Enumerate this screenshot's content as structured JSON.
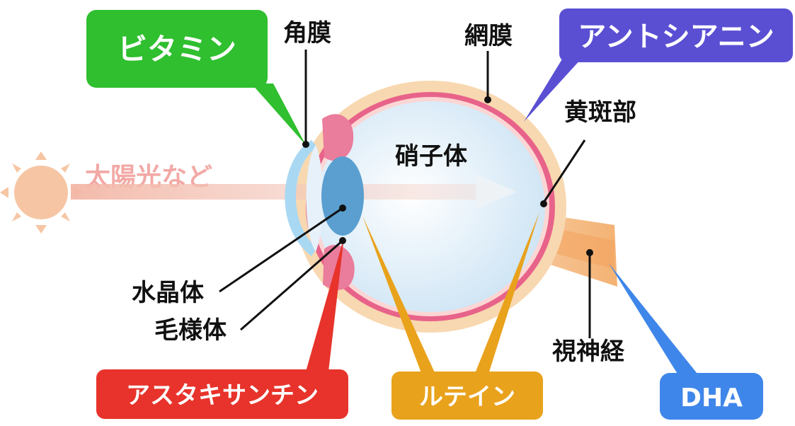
{
  "colors": {
    "vitamin": "#2fbf2f",
    "anthocyanin": "#5a4fd3",
    "astaxanthin": "#e7332b",
    "lutein": "#e9a21c",
    "dha": "#3f86ea",
    "sun": "#f6c6a4",
    "sclera_outer": "#f8d8b0",
    "retina": "#e8638a",
    "vitreous": "#d8ebf7",
    "lens": "#5a9fd0",
    "cornea": "#a9d8f3"
  },
  "icons": {
    "sun": "sun-icon",
    "light_arrow": "arrow-right-icon"
  },
  "light_source": {
    "label": "太陽光など"
  },
  "anatomy": {
    "cornea": "角膜",
    "retina": "網膜",
    "vitreous": "硝子体",
    "macula": "黄斑部",
    "lens": "水晶体",
    "ciliary_body": "毛様体",
    "optic_nerve": "視神経"
  },
  "nutrients": {
    "vitamin": "ビタミン",
    "anthocyanin": "アントシアニン",
    "astaxanthin": "アスタキサンチン",
    "lutein": "ルテイン",
    "dha": "DHA"
  }
}
